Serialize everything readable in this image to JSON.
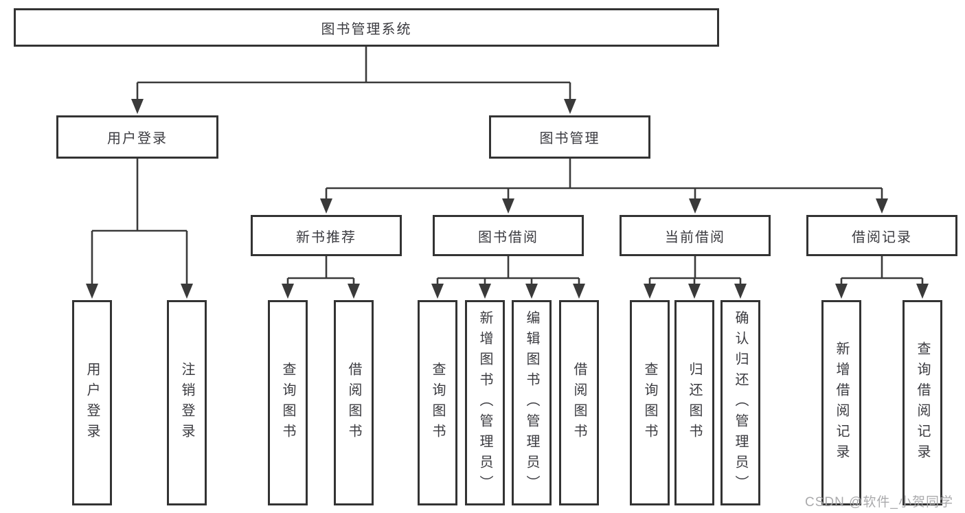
{
  "diagram": {
    "type": "hierarchy-tree",
    "root": {
      "label": "图书管理系统",
      "children": [
        {
          "label": "用户登录",
          "children": [
            {
              "label": "用户登录"
            },
            {
              "label": "注销登录"
            }
          ]
        },
        {
          "label": "图书管理",
          "children": [
            {
              "label": "新书推荐",
              "children": [
                {
                  "label": "查询图书"
                },
                {
                  "label": "借阅图书"
                }
              ]
            },
            {
              "label": "图书借阅",
              "children": [
                {
                  "label": "查询图书"
                },
                {
                  "label": "新增图书（管理员）"
                },
                {
                  "label": "编辑图书（管理员）"
                },
                {
                  "label": "借阅图书"
                }
              ]
            },
            {
              "label": "当前借阅",
              "children": [
                {
                  "label": "查询图书"
                },
                {
                  "label": "归还图书"
                },
                {
                  "label": "确认归还（管理员）"
                }
              ]
            },
            {
              "label": "借阅记录",
              "children": [
                {
                  "label": "新增借阅记录"
                },
                {
                  "label": "查询借阅记录"
                }
              ]
            }
          ]
        }
      ]
    },
    "colors": {
      "line": "#3a3a3a",
      "box_border": "#333333",
      "box_fill": "#ffffff",
      "text": "#3b3b40",
      "watermark": "#a5a5a8"
    }
  },
  "watermark": {
    "text": "CSDN @软件_小贺同学"
  }
}
